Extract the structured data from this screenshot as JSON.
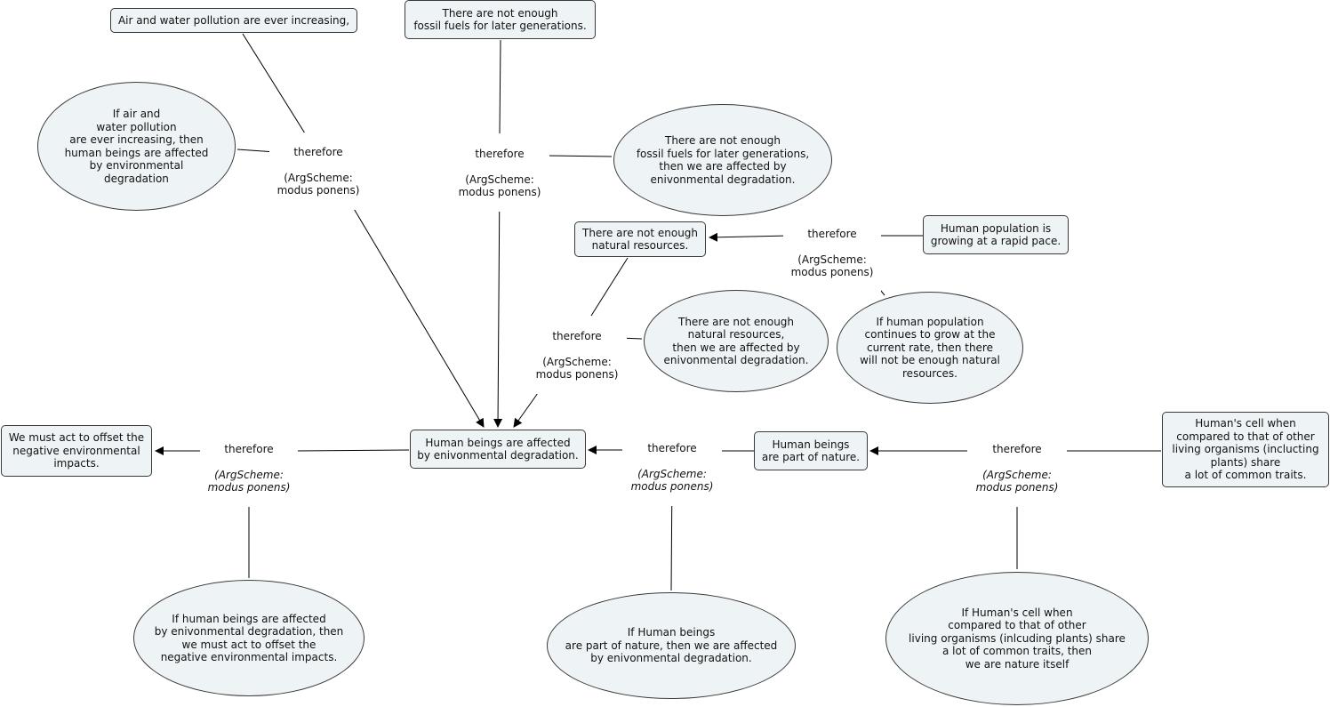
{
  "colors": {
    "node_fill": "#eef4f6",
    "node_border": "#3a3a3a",
    "line": "#000000",
    "background": "#ffffff"
  },
  "nodes": {
    "air_pollution": "Air and water pollution are ever increasing,",
    "fossil_fuels": "There are not enough\nfossil fuels for later generations.",
    "if_air_pollution": "If air and\nwater pollution\nare ever increasing, then\nhuman beings are affected\nby environmental\ndegradation",
    "if_fossil_fuels": "There are not enough\nfossil fuels for later generations,\nthen we are affected by\nenivonmental degradation.",
    "natural_resources": "There are not enough\nnatural resources.",
    "population_growing": "Human population is\ngrowing at a rapid pace.",
    "if_population": "If human population\ncontinues to grow at the\ncurrent rate, then there\nwill not be enough natural\nresources.",
    "if_natural_resources": "There are not enough\nnatural resources,\nthen we are affected by\nenivonmental degradation.",
    "affected": "Human beings are affected\nby enivonmental degradation.",
    "must_act": "We must act to offset the\nnegative environmental\nimpacts.",
    "part_of_nature": "Human beings\nare part of nature.",
    "cell_traits": "Human's cell when\ncompared to that of other\nliving organisms (inclucting\nplants) share\na lot of common traits.",
    "if_affected": "If human beings are affected\nby enivonmental degradation, then\nwe must act to offset the\nnegative environmental impacts.",
    "if_part_of_nature": "If Human beings\nare part of nature, then we are affected\nby enivonmental degradation.",
    "if_cell_traits": "If Human's cell when\ncompared to that of other\nliving organisms (inlcuding plants) share\na lot of common traits, then\nwe are nature itself"
  },
  "links": {
    "l_air": {
      "word": "therefore",
      "scheme": "(ArgScheme:\nmodus ponens)"
    },
    "l_fossil": {
      "word": "therefore",
      "scheme": "(ArgScheme:\nmodus ponens)"
    },
    "l_pop": {
      "word": "therefore",
      "scheme": "(ArgScheme:\nmodus ponens)"
    },
    "l_nat": {
      "word": "therefore",
      "scheme": "(ArgScheme:\nmodus ponens)"
    },
    "l_act": {
      "word": "therefore",
      "scheme": "(ArgScheme:\nmodus ponens)"
    },
    "l_nature": {
      "word": "therefore",
      "scheme": "(ArgScheme:\nmodus ponens)"
    },
    "l_cell": {
      "word": "therefore",
      "scheme": "(ArgScheme:\nmodus ponens)"
    }
  }
}
